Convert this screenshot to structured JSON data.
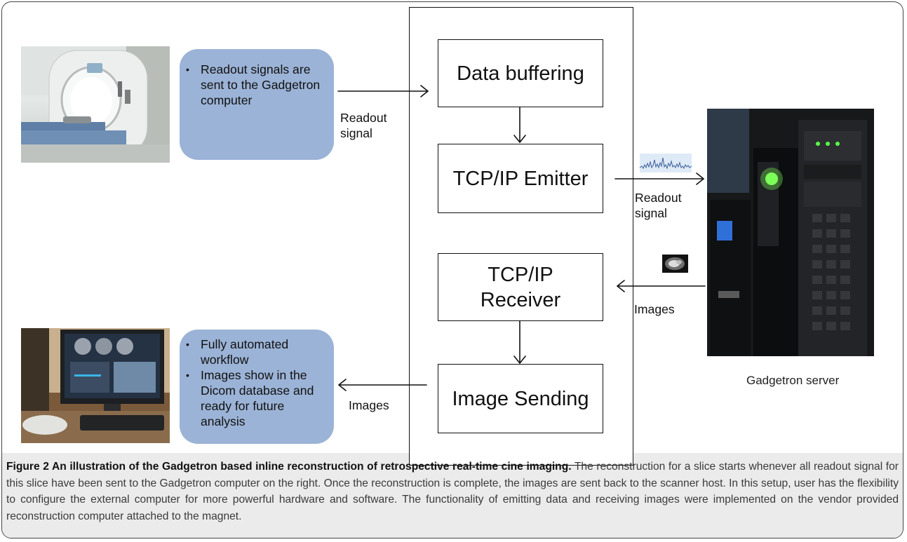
{
  "figure": {
    "caption_title": "Figure 2 An illustration of the Gadgetron based inline reconstruction of retrospective real-time cine imaging.",
    "caption_body": "The reconstruction for a slice starts whenever all readout signal for this slice have been sent to the Gadgetron computer on the right. Once the reconstruction is complete, the images are sent back to the scanner host. In this setup, user has the flexibility to configure the external computer for more powerful hardware and software. The functionality of emitting data and receiving images were implemented on the vendor provided reconstruction computer attached to the magnet."
  },
  "callouts": {
    "top": [
      "Readout signals are sent to the Gadgetron computer"
    ],
    "bottom": [
      "Fully automated workflow",
      "Images show in the Dicom database and ready for future analysis"
    ]
  },
  "pipeline": {
    "data_buffering": "Data buffering",
    "tcp_emitter": "TCP/IP Emitter",
    "tcp_receiver_line1": "TCP/IP",
    "tcp_receiver_line2": "Receiver",
    "image_sending": "Image Sending"
  },
  "arrows": {
    "readout_in_line1": "Readout",
    "readout_in_line2": "signal",
    "readout_out_line1": "Readout",
    "readout_out_line2": "signal",
    "images_in": "Images",
    "images_out": "Images"
  },
  "server": {
    "caption": "Gadgetron server"
  },
  "colors": {
    "callout_fill": "#9bb3d6",
    "caption_band": "#ebebeb",
    "line": "#111111"
  }
}
